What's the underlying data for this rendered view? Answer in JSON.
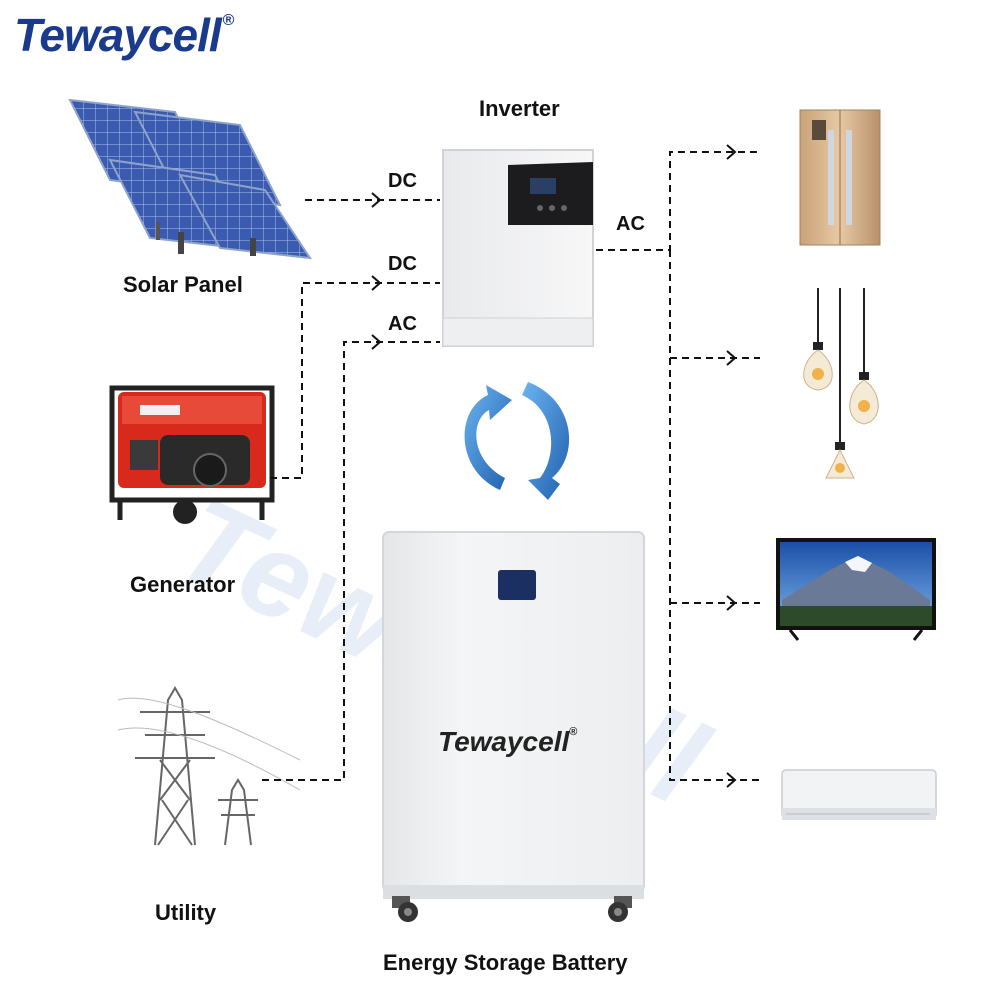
{
  "brand": {
    "logo_text": "Tewaycell",
    "registered_mark": "®"
  },
  "sources": {
    "solar_panel": "Solar Panel",
    "generator": "Generator",
    "utility": "Utility"
  },
  "inverter": {
    "label": "Inverter"
  },
  "battery": {
    "label": "Energy Storage Battery",
    "logo_text": "Tewaycell",
    "registered_mark": "®"
  },
  "flows": {
    "solar_to_inverter": "DC",
    "generator_to_inverter": "DC",
    "utility_to_inverter": "AC",
    "inverter_to_loads": "AC"
  },
  "loads": [
    "refrigerator",
    "pendant-lights",
    "television",
    "air-conditioner"
  ],
  "colors": {
    "logo_blue": "#1a3a8c",
    "logo_red": "#d8261c",
    "arrow_blue": "#2a78c8",
    "line": "#111111"
  }
}
